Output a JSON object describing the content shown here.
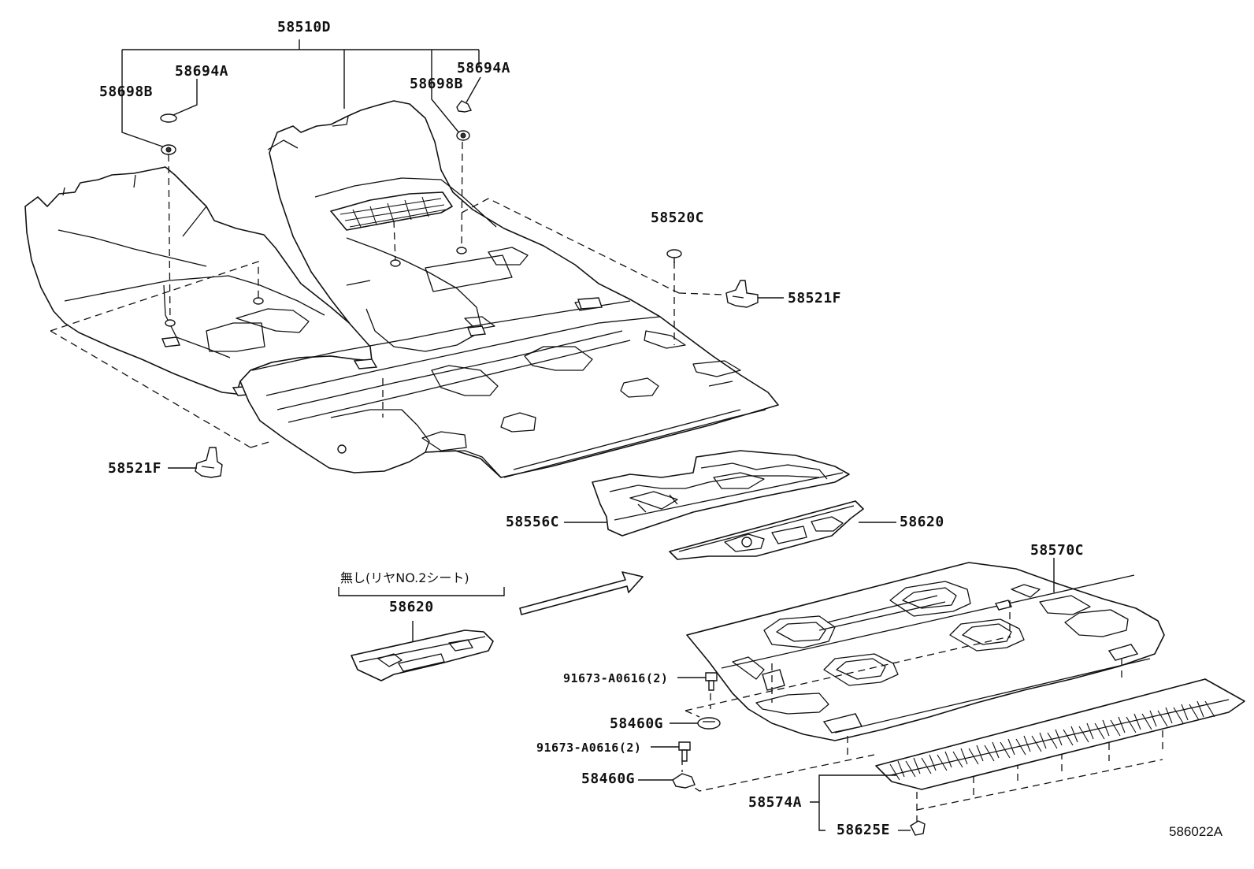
{
  "diagram_id": "586022A",
  "note": "無し(リヤNO.2シート)",
  "parts": {
    "floor_carpet_front": "58510D",
    "clip_a_left": "58694A",
    "clip_a_right": "58694A",
    "clip_b_left": "58698B",
    "clip_b_right": "58698B",
    "clip_c": "58520C",
    "bracket_right": "58521F",
    "bracket_left": "58521F",
    "mat_middle": "58556C",
    "cover_right": "58620",
    "cover_alt": "58620",
    "carpet_rear": "58570C",
    "bolt_upper": "91673-A0616(2)",
    "bolt_lower": "91673-A0616(2)",
    "retainer_upper": "58460G",
    "retainer_lower": "58460G",
    "scuff_plate": "58574A",
    "clip_e": "58625E"
  }
}
